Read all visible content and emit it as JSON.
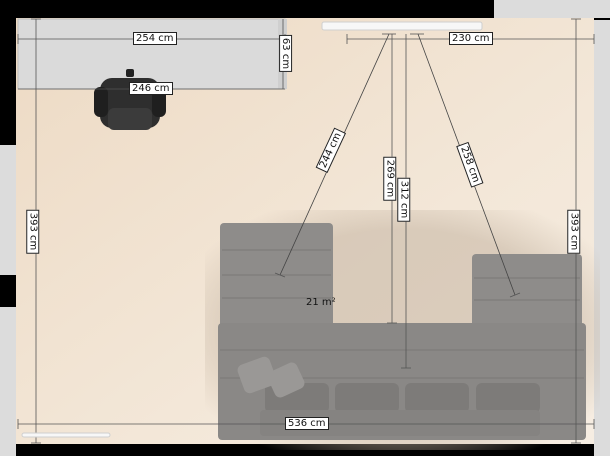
{
  "plan": {
    "area_label": "21 m²",
    "colors": {
      "floor": "#f1e3d0",
      "counter": "#d9d9d9",
      "sofa": "#8c8a88",
      "wall": "#000000",
      "side_panel": "#dcdcdc"
    }
  },
  "dimensions": {
    "top_left": "254 cm",
    "top_right": "230 cm",
    "counter_depth": "63 cm",
    "counter_width": "246 cm",
    "diag_left": "244 cm",
    "diag_right": "258 cm",
    "center_short": "269 cm",
    "center_long": "312 cm",
    "height_left": "393 cm",
    "height_right": "393 cm",
    "bottom_width": "536 cm"
  },
  "objects": {
    "armchair_icon": "armchair-icon",
    "lamp_icon": "ceiling-lamp-icon",
    "sofa_icon": "sectional-sofa-icon"
  }
}
